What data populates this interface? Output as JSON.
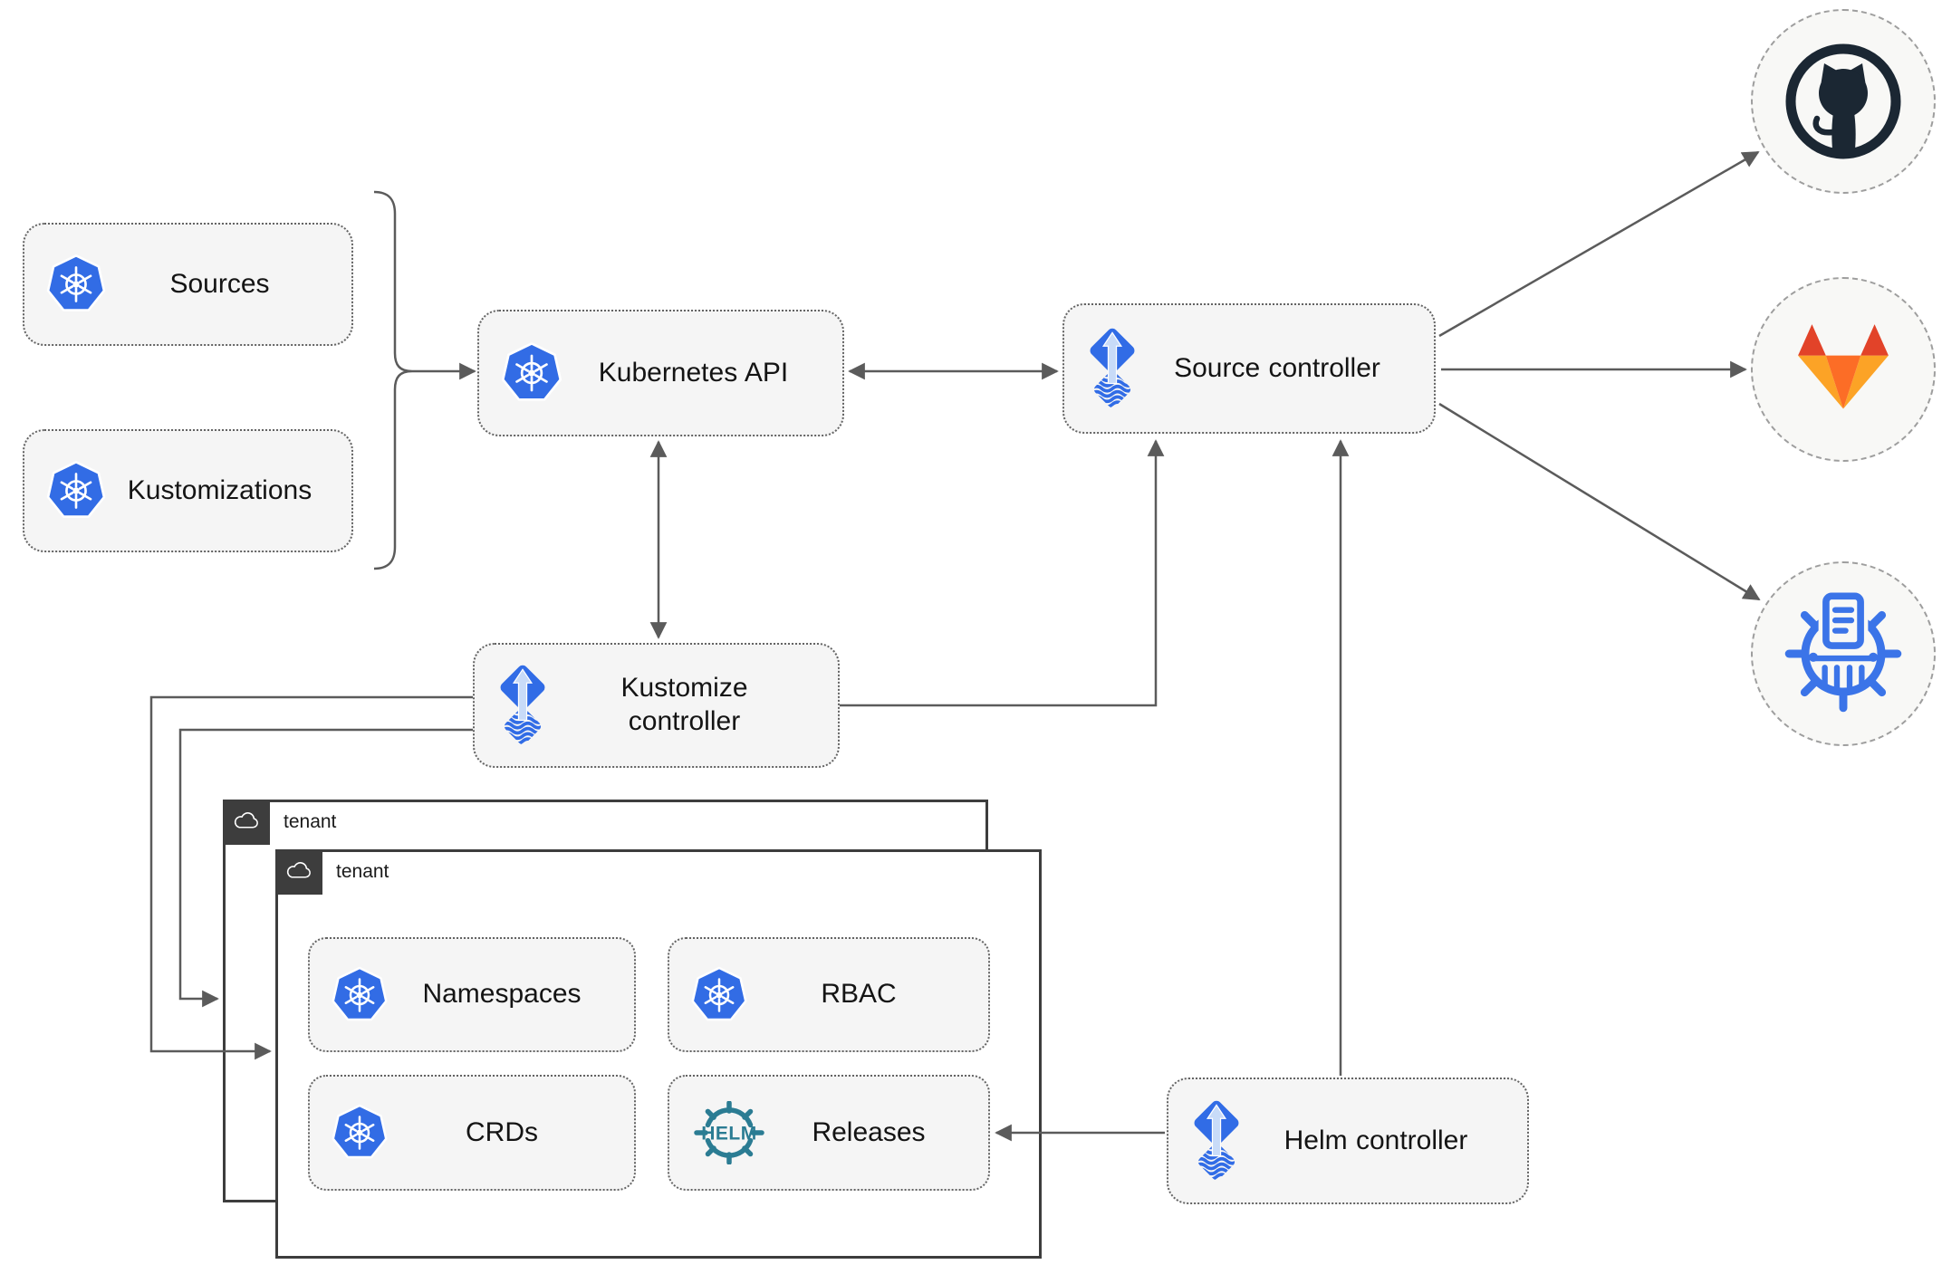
{
  "diagram": {
    "type": "flux-gitops-architecture"
  },
  "colors": {
    "kubernetes_blue": "#326CE5",
    "flux_blue": "#316CE6",
    "flux_arrow_light": "#C8DBF8",
    "helm_teal": "#2B7C93",
    "github_dark": "#1B2733",
    "gitlab_red": "#E24329",
    "gitlab_orange": "#FC6D26",
    "gitlab_amber": "#FCA326",
    "chartmuseum_blue": "#3B74E8",
    "line_gray": "#5B5B5B",
    "box_fill": "#F5F5F5",
    "tenant_border": "#3D3D3D"
  },
  "boxes": {
    "sources": {
      "label": "Sources",
      "icon": "kubernetes-icon"
    },
    "kustomizations": {
      "label": "Kustomizations",
      "icon": "kubernetes-icon"
    },
    "kubernetes_api": {
      "label": "Kubernetes API",
      "icon": "kubernetes-icon"
    },
    "source_controller": {
      "label": "Source controller",
      "icon": "flux-icon"
    },
    "kustomize_controller": {
      "label": "Kustomize controller",
      "icon": "flux-icon"
    },
    "helm_controller": {
      "label": "Helm controller",
      "icon": "flux-icon"
    },
    "namespaces": {
      "label": "Namespaces",
      "icon": "kubernetes-icon"
    },
    "rbac": {
      "label": "RBAC",
      "icon": "kubernetes-icon"
    },
    "crds": {
      "label": "CRDs",
      "icon": "kubernetes-icon"
    },
    "releases": {
      "label": "Releases",
      "icon": "helm-icon",
      "icon_text": "HELM"
    }
  },
  "tenants": {
    "back": {
      "label": "tenant",
      "icon": "cloud-icon"
    },
    "front": {
      "label": "tenant",
      "icon": "cloud-icon"
    }
  },
  "external_targets": {
    "github": {
      "icon": "github-icon"
    },
    "gitlab": {
      "icon": "gitlab-icon"
    },
    "helm_repository": {
      "icon": "helm-repository-icon"
    }
  },
  "connections": [
    {
      "from": "sources_and_kustomizations_brace",
      "to": "kubernetes_api",
      "style": "arrow"
    },
    {
      "from": "kubernetes_api",
      "to": "source_controller",
      "style": "double-arrow"
    },
    {
      "from": "kubernetes_api",
      "to": "kustomize_controller",
      "style": "double-arrow"
    },
    {
      "from": "kustomize_controller",
      "to": "source_controller",
      "style": "arrow"
    },
    {
      "from": "kustomize_controller",
      "to": "tenant_front",
      "style": "arrow"
    },
    {
      "from": "kustomize_controller",
      "to": "tenant_back",
      "style": "arrow"
    },
    {
      "from": "helm_controller",
      "to": "source_controller",
      "style": "arrow"
    },
    {
      "from": "helm_controller",
      "to": "releases",
      "style": "arrow"
    },
    {
      "from": "source_controller",
      "to": "github",
      "style": "arrow"
    },
    {
      "from": "source_controller",
      "to": "gitlab",
      "style": "arrow"
    },
    {
      "from": "source_controller",
      "to": "helm_repository",
      "style": "arrow"
    }
  ]
}
